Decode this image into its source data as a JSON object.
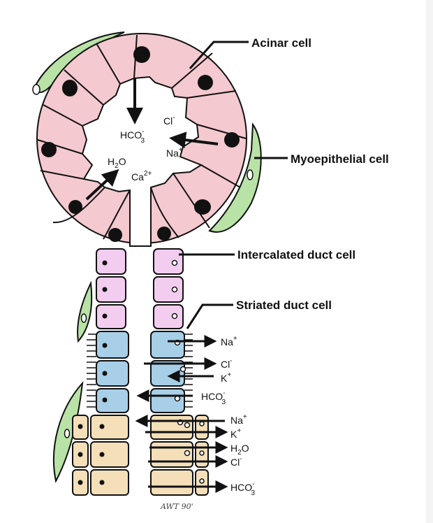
{
  "labels": {
    "acinar": "Acinar cell",
    "myoepithelial": "Myoepithelial cell",
    "intercalated": "Intercalated duct cell",
    "striated": "Striated duct cell"
  },
  "ions": {
    "acinus": {
      "hco3": "HCO",
      "hco3_sup": "-",
      "hco3_sub": "3",
      "cl": "Cl",
      "cl_sup": "-",
      "na": "Na",
      "na_sup": "+",
      "h2o_h": "H",
      "h2o_sub": "2",
      "h2o_o": "O",
      "ca": "Ca",
      "ca_sup": "2+"
    },
    "striated": {
      "na": "Na",
      "na_sup": "+",
      "cl": "Cl",
      "cl_sup": "-",
      "k": "K",
      "k_sup": "+",
      "hco3": "HCO",
      "hco3_sup": "-",
      "hco3_sub": "3"
    },
    "excretory": {
      "na": "Na",
      "na_sup": "+",
      "k": "K",
      "k_sup": "+",
      "h2o_h": "H",
      "h2o_sub": "2",
      "h2o_o": "O",
      "cl": "Cl",
      "cl_sup": "-",
      "hco3": "HCO",
      "hco3_sup": "-",
      "hco3_sub": "3"
    }
  },
  "signature": "AWT 90'",
  "colors": {
    "acinar": "#f4c9cf",
    "myoepithelial": "#b9e3a6",
    "intercalated": "#f2cdf0",
    "striated": "#a8cfe8",
    "excretory": "#f4dfb8",
    "outline": "#111111"
  }
}
